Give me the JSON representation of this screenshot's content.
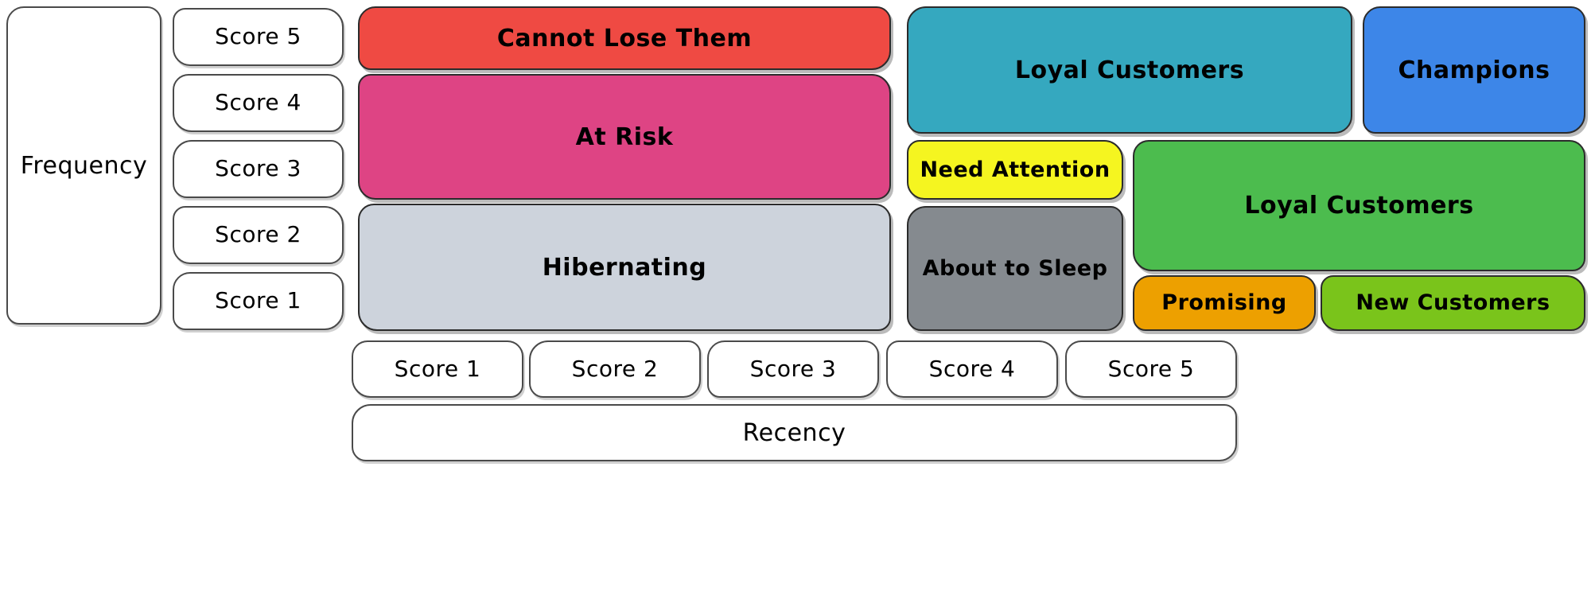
{
  "diagram": {
    "type": "rfm-segmentation-matrix",
    "y_axis": {
      "title": "Frequency",
      "scores": [
        "Score 5",
        "Score 4",
        "Score 3",
        "Score 2",
        "Score 1"
      ]
    },
    "x_axis": {
      "title": "Recency",
      "scores": [
        "Score 1",
        "Score 2",
        "Score 3",
        "Score 4",
        "Score 5"
      ]
    },
    "segments": [
      {
        "id": "cannot-lose-them",
        "label": "Cannot Lose Them",
        "color": "#ef4a43",
        "recency_scores": [
          "Score 1",
          "Score 2"
        ],
        "frequency_scores": [
          "Score 5"
        ]
      },
      {
        "id": "at-risk",
        "label": "At Risk",
        "color": "#de4484",
        "recency_scores": [
          "Score 1",
          "Score 2"
        ],
        "frequency_scores": [
          "Score 4",
          "Score 3"
        ]
      },
      {
        "id": "hibernating",
        "label": "Hibernating",
        "color": "#cdd3dc",
        "recency_scores": [
          "Score 1",
          "Score 2"
        ],
        "frequency_scores": [
          "Score 2",
          "Score 1"
        ]
      },
      {
        "id": "loyal-customers-teal",
        "label": "Loyal Customers",
        "color": "#35a8bf",
        "recency_scores": [
          "Score 3",
          "Score 4"
        ],
        "frequency_scores": [
          "Score 5",
          "Score 4"
        ]
      },
      {
        "id": "champions",
        "label": "Champions",
        "color": "#3d86e8",
        "recency_scores": [
          "Score 5"
        ],
        "frequency_scores": [
          "Score 5",
          "Score 4"
        ]
      },
      {
        "id": "need-attention",
        "label": "Need Attention",
        "color": "#f5f520",
        "recency_scores": [
          "Score 3"
        ],
        "frequency_scores": [
          "Score 3"
        ]
      },
      {
        "id": "loyal-customers-green",
        "label": "Loyal Customers",
        "color": "#4cbc4e",
        "recency_scores": [
          "Score 4",
          "Score 5"
        ],
        "frequency_scores": [
          "Score 3",
          "Score 2"
        ]
      },
      {
        "id": "about-to-sleep",
        "label": "About to Sleep",
        "color": "#858a8f",
        "recency_scores": [
          "Score 3"
        ],
        "frequency_scores": [
          "Score 2",
          "Score 1"
        ]
      },
      {
        "id": "promising",
        "label": "Promising",
        "color": "#eda000",
        "recency_scores": [
          "Score 4"
        ],
        "frequency_scores": [
          "Score 1"
        ]
      },
      {
        "id": "new-customers",
        "label": "New Customers",
        "color": "#7ac41b",
        "recency_scores": [
          "Score 5"
        ],
        "frequency_scores": [
          "Score 1"
        ]
      }
    ]
  }
}
